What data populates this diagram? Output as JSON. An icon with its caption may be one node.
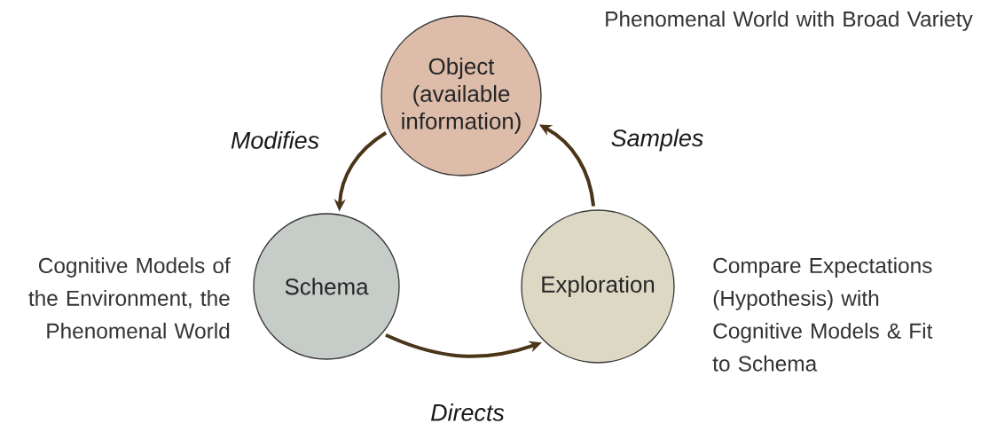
{
  "diagram": {
    "nodes": [
      {
        "text": [
          "Object (available information)"
        ],
        "beside": [
          "Phenomenal World with Broad Variety"
        ]
      },
      {
        "text": [
          "Schema"
        ],
        "beside": [
          "Cognitive Models of the Environment, the Phenomenal World"
        ]
      },
      {
        "text": [
          "Exploration"
        ],
        "beside": [
          "Compare Expectations (Hypothesis) with Cognitive Models & Fit to Schema"
        ]
      }
    ],
    "edges": [
      {
        "from": 0,
        "to": 1,
        "arrow": "to",
        "label": "Modifies"
      },
      {
        "from": 2,
        "to": 0,
        "arrow": "to",
        "label": "Samples"
      },
      {
        "from": 1,
        "to": 2,
        "arrow": "to",
        "label": "Directs"
      }
    ]
  }
}
